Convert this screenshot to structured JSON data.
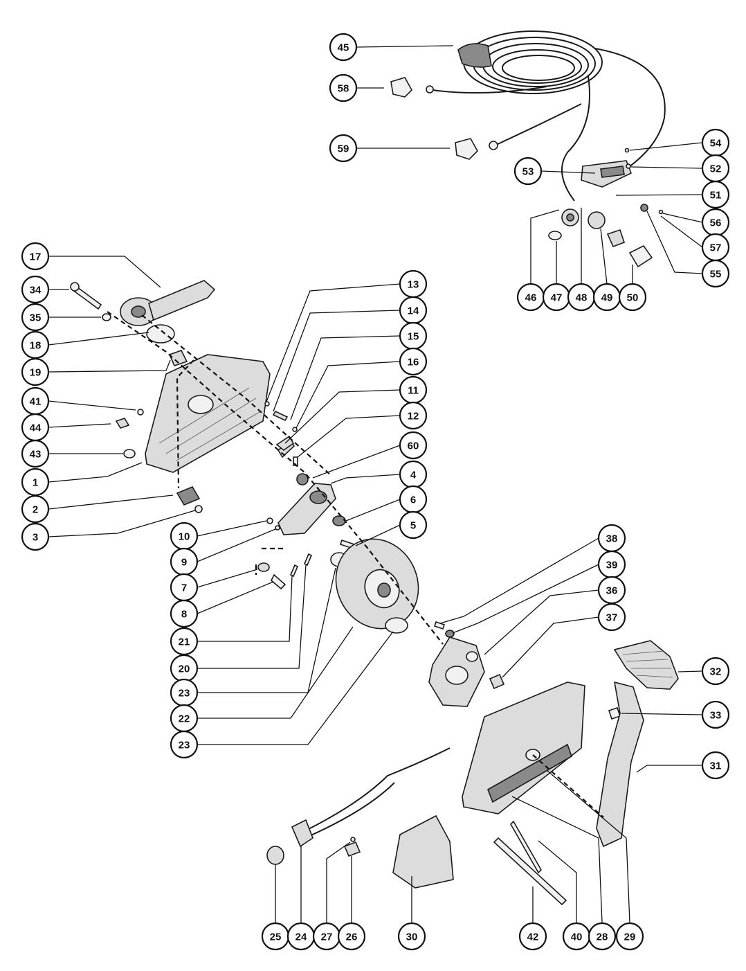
{
  "callouts": [
    {
      "id": "c45",
      "label": "45"
    },
    {
      "id": "c58",
      "label": "58"
    },
    {
      "id": "c59",
      "label": "59"
    },
    {
      "id": "c54",
      "label": "54"
    },
    {
      "id": "c52",
      "label": "52"
    },
    {
      "id": "c53",
      "label": "53"
    },
    {
      "id": "c51",
      "label": "51"
    },
    {
      "id": "c56",
      "label": "56"
    },
    {
      "id": "c57",
      "label": "57"
    },
    {
      "id": "c55",
      "label": "55"
    },
    {
      "id": "c46",
      "label": "46"
    },
    {
      "id": "c47",
      "label": "47"
    },
    {
      "id": "c48",
      "label": "48"
    },
    {
      "id": "c49",
      "label": "49"
    },
    {
      "id": "c50",
      "label": "50"
    },
    {
      "id": "c17",
      "label": "17"
    },
    {
      "id": "c34",
      "label": "34"
    },
    {
      "id": "c35",
      "label": "35"
    },
    {
      "id": "c18",
      "label": "18"
    },
    {
      "id": "c19",
      "label": "19"
    },
    {
      "id": "c41",
      "label": "41"
    },
    {
      "id": "c44",
      "label": "44"
    },
    {
      "id": "c43",
      "label": "43"
    },
    {
      "id": "c1",
      "label": "1"
    },
    {
      "id": "c2",
      "label": "2"
    },
    {
      "id": "c3",
      "label": "3"
    },
    {
      "id": "c13",
      "label": "13"
    },
    {
      "id": "c14",
      "label": "14"
    },
    {
      "id": "c15",
      "label": "15"
    },
    {
      "id": "c16",
      "label": "16"
    },
    {
      "id": "c11",
      "label": "11"
    },
    {
      "id": "c12",
      "label": "12"
    },
    {
      "id": "c60",
      "label": "60"
    },
    {
      "id": "c4",
      "label": "4"
    },
    {
      "id": "c6",
      "label": "6"
    },
    {
      "id": "c5",
      "label": "5"
    },
    {
      "id": "c10",
      "label": "10"
    },
    {
      "id": "c9",
      "label": "9"
    },
    {
      "id": "c7",
      "label": "7"
    },
    {
      "id": "c8",
      "label": "8"
    },
    {
      "id": "c21",
      "label": "21"
    },
    {
      "id": "c20",
      "label": "20"
    },
    {
      "id": "c23a",
      "label": "23"
    },
    {
      "id": "c22",
      "label": "22"
    },
    {
      "id": "c23b",
      "label": "23"
    },
    {
      "id": "c38",
      "label": "38"
    },
    {
      "id": "c39",
      "label": "39"
    },
    {
      "id": "c36",
      "label": "36"
    },
    {
      "id": "c37",
      "label": "37"
    },
    {
      "id": "c32",
      "label": "32"
    },
    {
      "id": "c33",
      "label": "33"
    },
    {
      "id": "c31",
      "label": "31"
    },
    {
      "id": "c25",
      "label": "25"
    },
    {
      "id": "c24",
      "label": "24"
    },
    {
      "id": "c27",
      "label": "27"
    },
    {
      "id": "c26",
      "label": "26"
    },
    {
      "id": "c30",
      "label": "30"
    },
    {
      "id": "c42",
      "label": "42"
    },
    {
      "id": "c40",
      "label": "40"
    },
    {
      "id": "c28",
      "label": "28"
    },
    {
      "id": "c29",
      "label": "29"
    }
  ]
}
